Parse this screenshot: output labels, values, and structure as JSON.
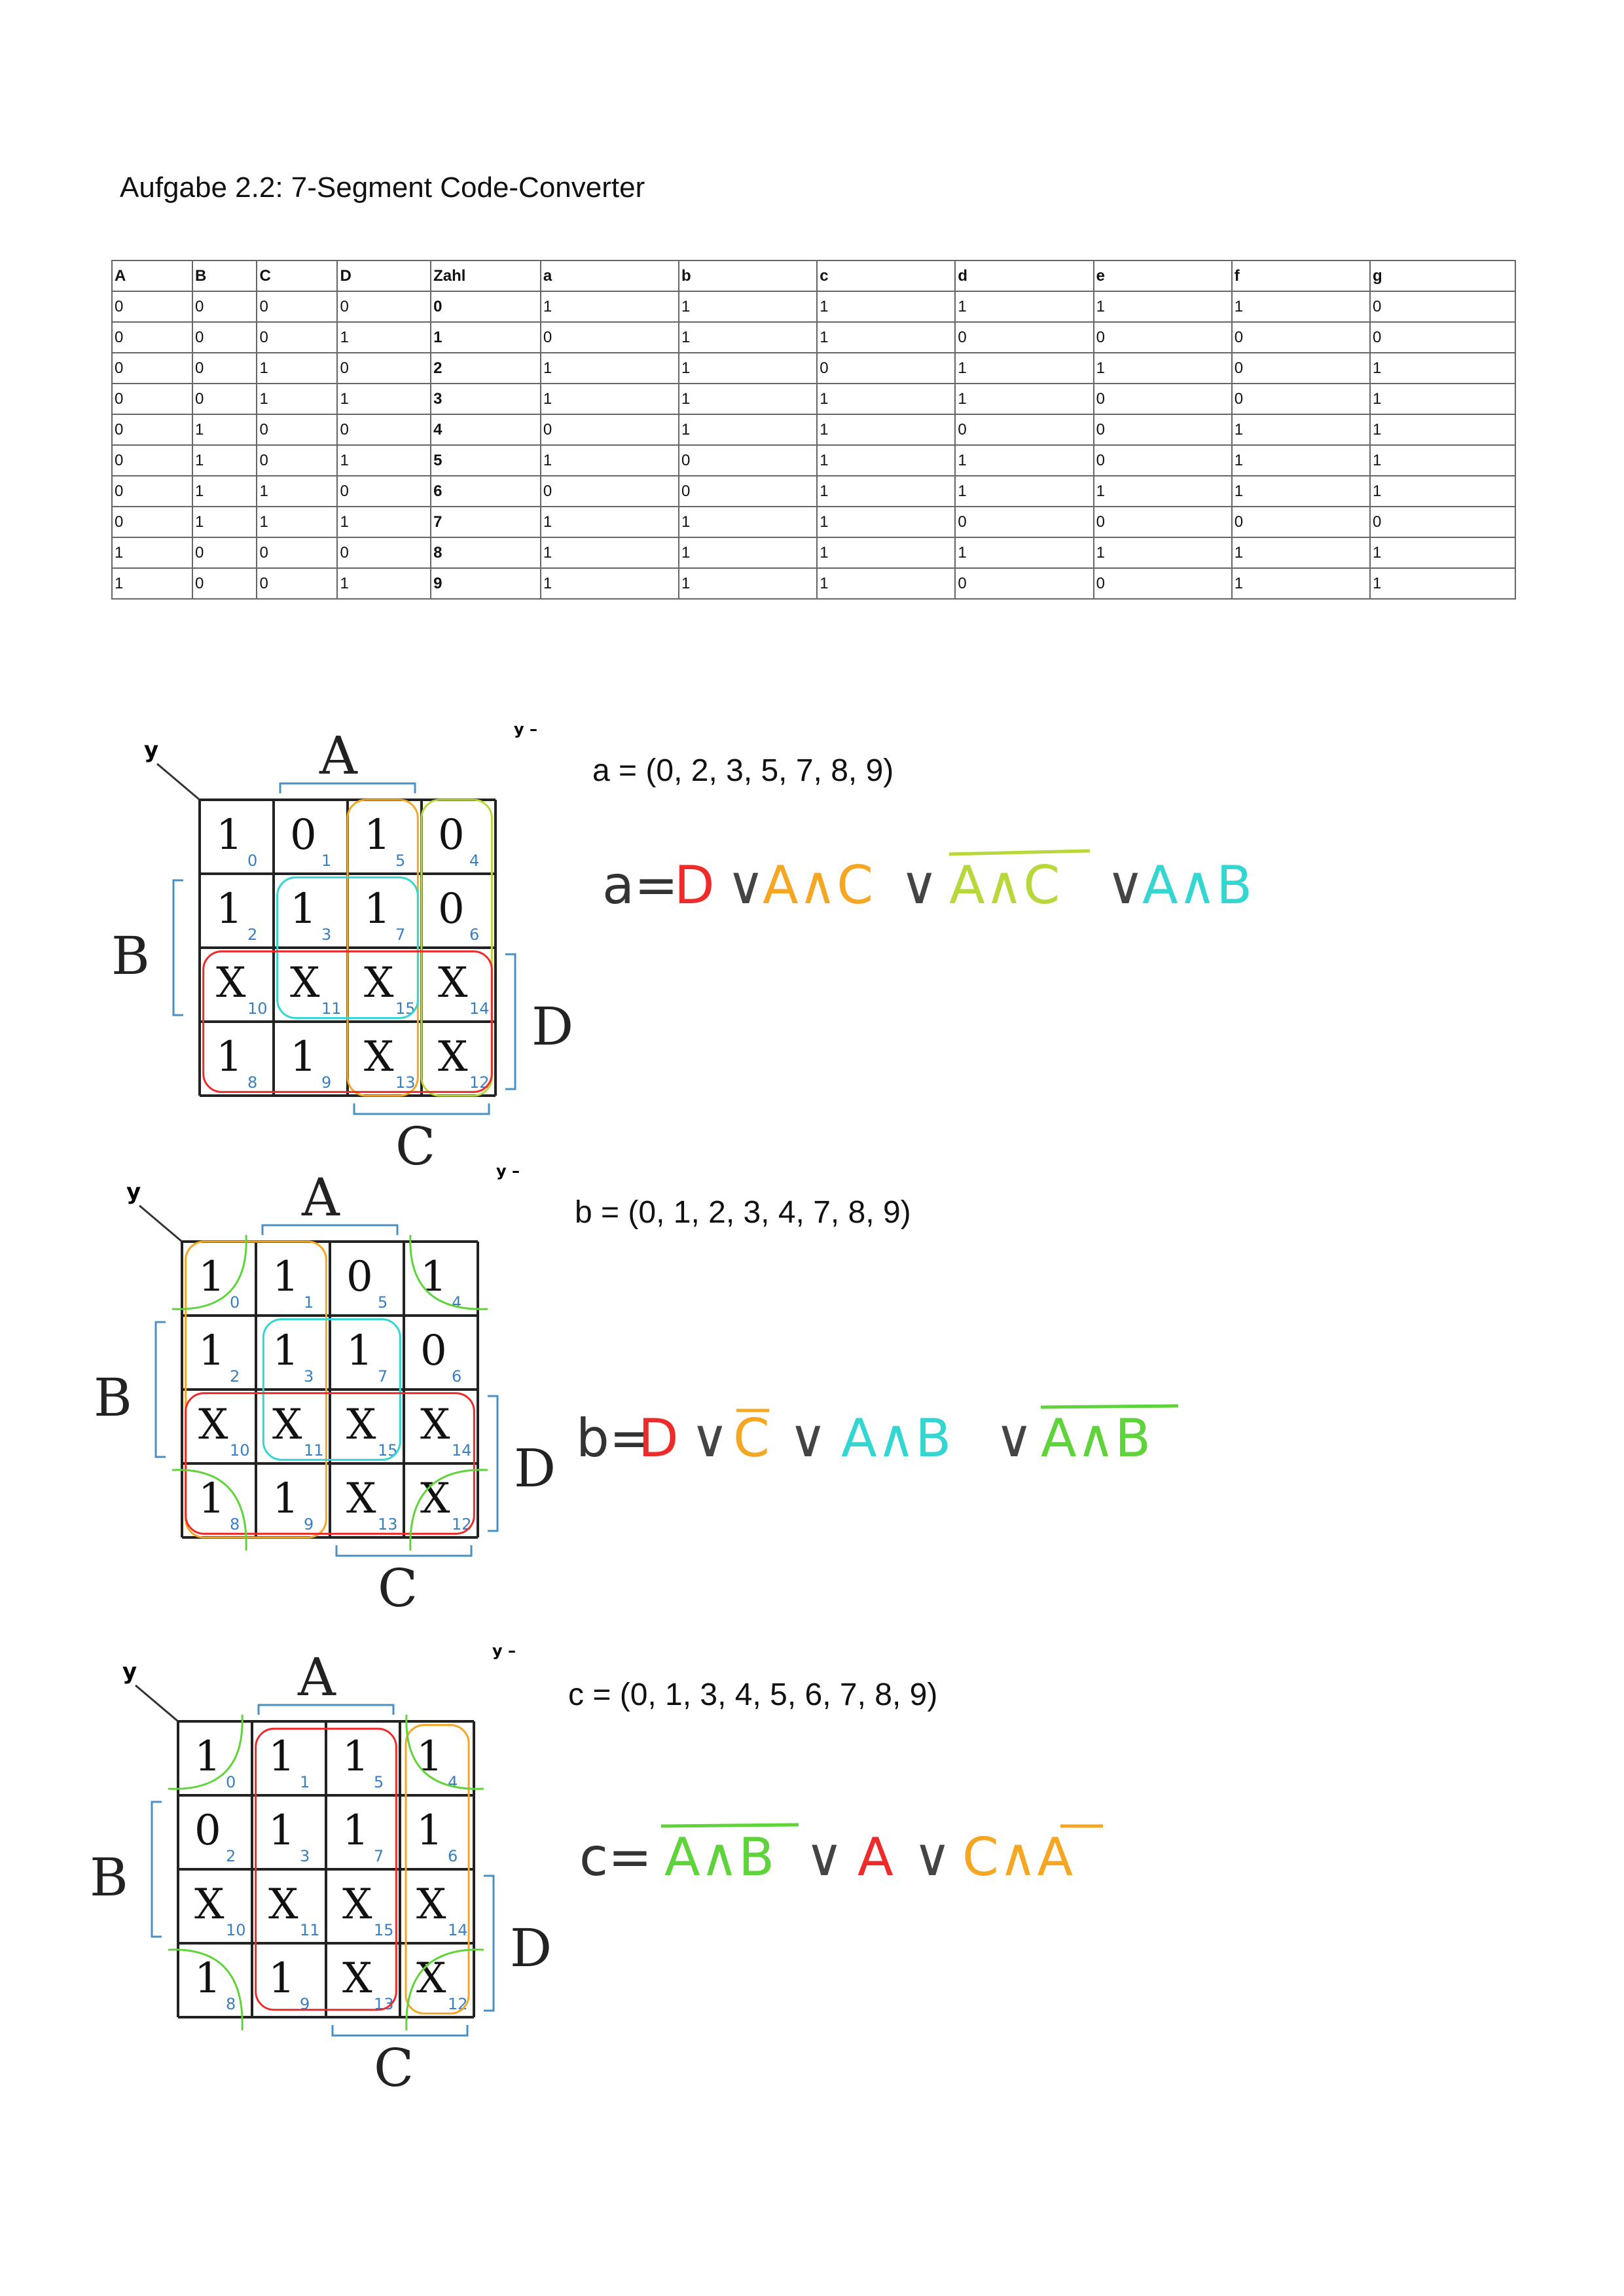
{
  "title": "Aufgabe 2.2: 7-Segment Code-Converter",
  "table": {
    "headers": [
      "A",
      "B",
      "C",
      "D",
      "Zahl",
      "a",
      "b",
      "c",
      "d",
      "e",
      "f",
      "g"
    ],
    "rows": [
      [
        "0",
        "0",
        "0",
        "0",
        "0",
        "1",
        "1",
        "1",
        "1",
        "1",
        "1",
        "0"
      ],
      [
        "0",
        "0",
        "0",
        "1",
        "1",
        "0",
        "1",
        "1",
        "0",
        "0",
        "0",
        "0"
      ],
      [
        "0",
        "0",
        "1",
        "0",
        "2",
        "1",
        "1",
        "0",
        "1",
        "1",
        "0",
        "1"
      ],
      [
        "0",
        "0",
        "1",
        "1",
        "3",
        "1",
        "1",
        "1",
        "1",
        "0",
        "0",
        "1"
      ],
      [
        "0",
        "1",
        "0",
        "0",
        "4",
        "0",
        "1",
        "1",
        "0",
        "0",
        "1",
        "1"
      ],
      [
        "0",
        "1",
        "0",
        "1",
        "5",
        "1",
        "0",
        "1",
        "1",
        "0",
        "1",
        "1"
      ],
      [
        "0",
        "1",
        "1",
        "0",
        "6",
        "0",
        "0",
        "1",
        "1",
        "1",
        "1",
        "1"
      ],
      [
        "0",
        "1",
        "1",
        "1",
        "7",
        "1",
        "1",
        "1",
        "0",
        "0",
        "0",
        "0"
      ],
      [
        "1",
        "0",
        "0",
        "0",
        "8",
        "1",
        "1",
        "1",
        "1",
        "1",
        "1",
        "1"
      ],
      [
        "1",
        "0",
        "0",
        "1",
        "9",
        "1",
        "1",
        "1",
        "0",
        "0",
        "1",
        "1"
      ]
    ]
  },
  "kmaps": [
    {
      "y_label": "y",
      "y_corner": "y –",
      "var_labels": {
        "top": "A",
        "left": "B",
        "right": "D",
        "bottom": "C"
      },
      "indices": [
        [
          "0",
          "1",
          "5",
          "4"
        ],
        [
          "2",
          "3",
          "7",
          "6"
        ],
        [
          "10",
          "11",
          "15",
          "14"
        ],
        [
          "8",
          "9",
          "13",
          "12"
        ]
      ],
      "values": [
        [
          "1",
          "0",
          "1",
          "0"
        ],
        [
          "1",
          "1",
          "1",
          "0"
        ],
        [
          "X",
          "X",
          "X",
          "X"
        ],
        [
          "1",
          "1",
          "X",
          "X"
        ]
      ],
      "minterms": "a = (0, 2, 3, 5, 7, 8, 9)",
      "expression": "a= D∨A∧C∨A∧C∨A∧B"
    },
    {
      "y_label": "y",
      "y_corner": "y –",
      "var_labels": {
        "top": "A",
        "left": "B",
        "right": "D",
        "bottom": "C"
      },
      "indices": [
        [
          "0",
          "1",
          "5",
          "4"
        ],
        [
          "2",
          "3",
          "7",
          "6"
        ],
        [
          "10",
          "11",
          "15",
          "14"
        ],
        [
          "8",
          "9",
          "13",
          "12"
        ]
      ],
      "values": [
        [
          "1",
          "1",
          "0",
          "1"
        ],
        [
          "1",
          "1",
          "1",
          "0"
        ],
        [
          "X",
          "X",
          "X",
          "X"
        ],
        [
          "1",
          "1",
          "X",
          "X"
        ]
      ],
      "minterms": "b = (0, 1, 2, 3, 4, 7, 8, 9)",
      "expression": "b= D∨C∨A∧B∨A∧B"
    },
    {
      "y_label": "y",
      "y_corner": "y –",
      "var_labels": {
        "top": "A",
        "left": "B",
        "right": "D",
        "bottom": "C"
      },
      "indices": [
        [
          "0",
          "1",
          "5",
          "4"
        ],
        [
          "2",
          "3",
          "7",
          "6"
        ],
        [
          "10",
          "11",
          "15",
          "14"
        ],
        [
          "8",
          "9",
          "13",
          "12"
        ]
      ],
      "values": [
        [
          "1",
          "1",
          "1",
          "1"
        ],
        [
          "0",
          "1",
          "1",
          "1"
        ],
        [
          "X",
          "X",
          "X",
          "X"
        ],
        [
          "1",
          "1",
          "X",
          "X"
        ]
      ],
      "minterms": "c = (0, 1, 3, 4, 5, 6, 7, 8, 9)",
      "expression": "c= A∧B∨A∨C∧A"
    }
  ],
  "colors": {
    "red": "#ee2b2b",
    "orange": "#f5a623",
    "green": "#5fd33a",
    "cyan": "#33d6d0",
    "blue": "#4a90c4",
    "yellowgreen": "#b8d73a"
  }
}
